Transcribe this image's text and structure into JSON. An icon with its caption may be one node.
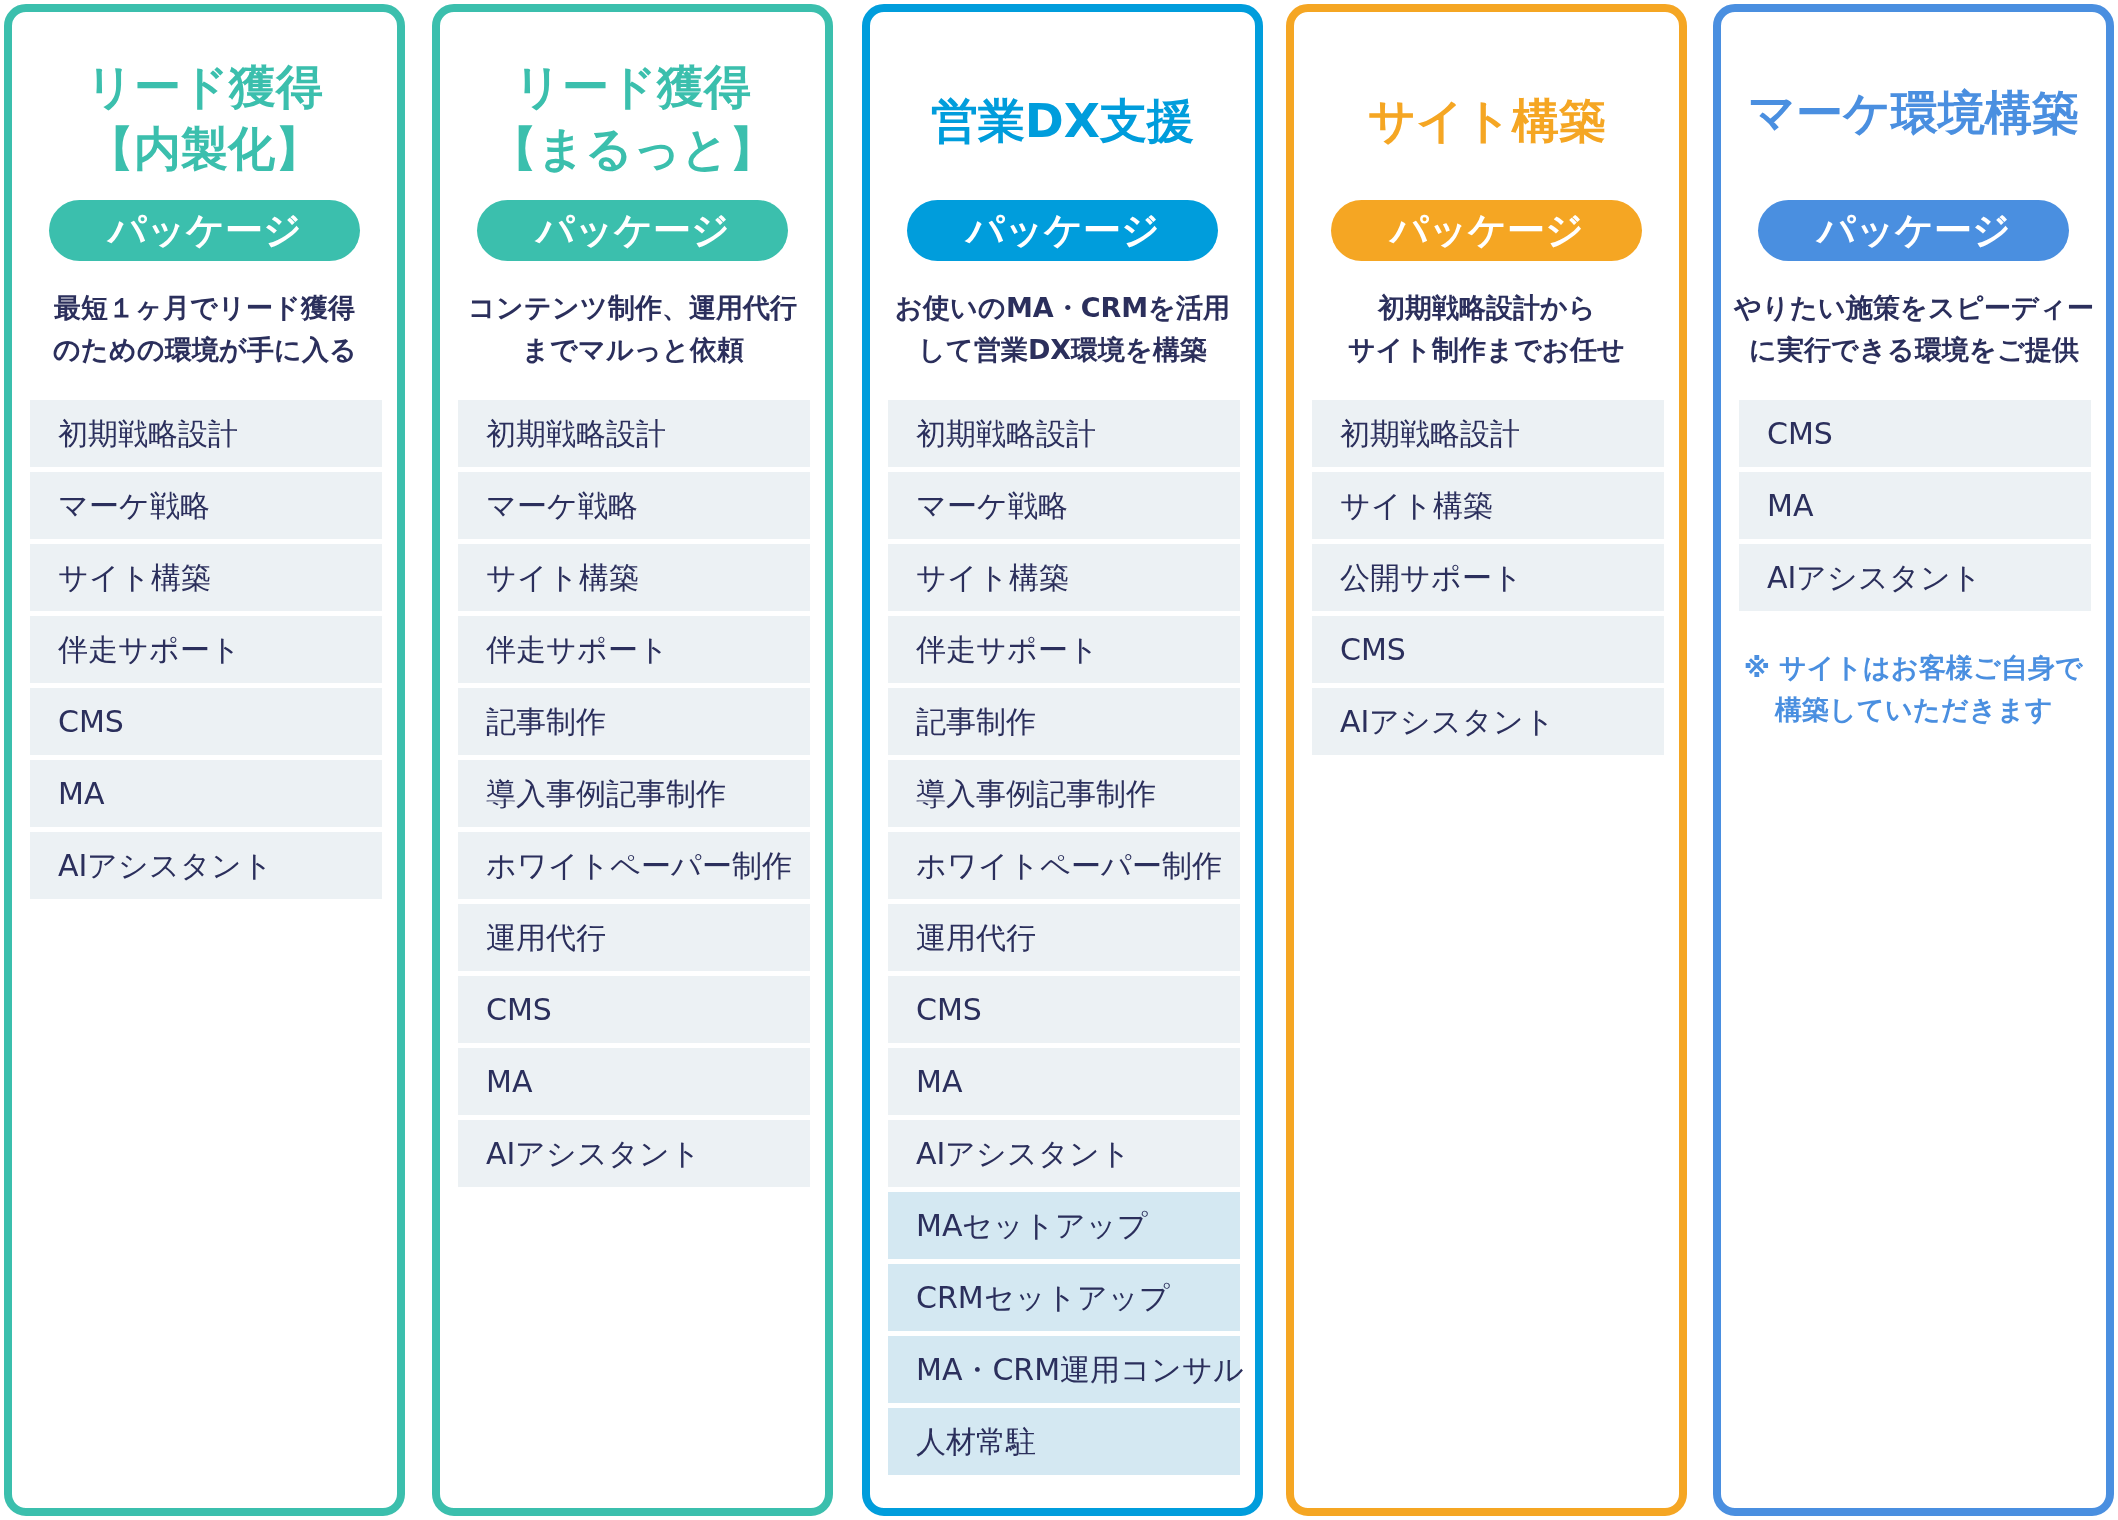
{
  "diagram": {
    "nodes": [
      {
        "text": [
          "リード獲得【内製化】",
          "最短１ヶ月でリード獲得のための環境が手に入る"
        ]
      },
      {
        "text": [
          "パッケージ"
        ],
        "in": 0
      },
      {
        "text": [
          "初期戦略設計"
        ],
        "in": 0
      },
      {
        "text": [
          "マーケ戦略"
        ],
        "in": 0
      },
      {
        "text": [
          "サイト構築"
        ],
        "in": 0
      },
      {
        "text": [
          "伴走サポート"
        ],
        "in": 0
      },
      {
        "text": [
          "CMS"
        ],
        "in": 0
      },
      {
        "text": [
          "MA"
        ],
        "in": 0
      },
      {
        "text": [
          "AIアシスタント"
        ],
        "in": 0
      },
      {
        "text": [
          "リード獲得【まるっと】",
          "コンテンツ制作、運用代行までマルっと依頼"
        ]
      },
      {
        "text": [
          "パッケージ"
        ],
        "in": 9
      },
      {
        "text": [
          "初期戦略設計"
        ],
        "in": 9
      },
      {
        "text": [
          "マーケ戦略"
        ],
        "in": 9
      },
      {
        "text": [
          "サイト構築"
        ],
        "in": 9
      },
      {
        "text": [
          "伴走サポート"
        ],
        "in": 9
      },
      {
        "text": [
          "記事制作"
        ],
        "in": 9
      },
      {
        "text": [
          "導入事例記事制作"
        ],
        "in": 9
      },
      {
        "text": [
          "ホワイトペーパー制作"
        ],
        "in": 9
      },
      {
        "text": [
          "運用代行"
        ],
        "in": 9
      },
      {
        "text": [
          "CMS"
        ],
        "in": 9
      },
      {
        "text": [
          "MA"
        ],
        "in": 9
      },
      {
        "text": [
          "AIアシスタント"
        ],
        "in": 9
      },
      {
        "text": [
          "営業DX支援",
          "お使いのMA・CRMを活用して営業DX環境を構築"
        ]
      },
      {
        "text": [
          "パッケージ"
        ],
        "in": 22
      },
      {
        "text": [
          "初期戦略設計"
        ],
        "in": 22
      },
      {
        "text": [
          "マーケ戦略"
        ],
        "in": 22
      },
      {
        "text": [
          "サイト構築"
        ],
        "in": 22
      },
      {
        "text": [
          "伴走サポート"
        ],
        "in": 22
      },
      {
        "text": [
          "記事制作"
        ],
        "in": 22
      },
      {
        "text": [
          "導入事例記事制作"
        ],
        "in": 22
      },
      {
        "text": [
          "ホワイトペーパー制作"
        ],
        "in": 22
      },
      {
        "text": [
          "運用代行"
        ],
        "in": 22
      },
      {
        "text": [
          "CMS"
        ],
        "in": 22
      },
      {
        "text": [
          "MA"
        ],
        "in": 22
      },
      {
        "text": [
          "AIアシスタント"
        ],
        "in": 22
      },
      {
        "text": [
          "MAセットアップ"
        ],
        "in": 22
      },
      {
        "text": [
          "CRMセットアップ"
        ],
        "in": 22
      },
      {
        "text": [
          "MA・CRM運用コンサル"
        ],
        "in": 22
      },
      {
        "text": [
          "人材常駐"
        ],
        "in": 22
      },
      {
        "text": [
          "サイト構築",
          "初期戦略設計からサイト制作までお任せ"
        ]
      },
      {
        "text": [
          "パッケージ"
        ],
        "in": 39
      },
      {
        "text": [
          "初期戦略設計"
        ],
        "in": 39
      },
      {
        "text": [
          "サイト構築"
        ],
        "in": 39
      },
      {
        "text": [
          "公開サポート"
        ],
        "in": 39
      },
      {
        "text": [
          "CMS"
        ],
        "in": 39
      },
      {
        "text": [
          "AIアシスタント"
        ],
        "in": 39
      },
      {
        "text": [
          "マーケ環境構築",
          "やりたい施策をスピーディーに実行できる環境をご提供",
          "※ サイトはお客様ご自身で構築していただきます"
        ]
      },
      {
        "text": [
          "パッケージ"
        ],
        "in": 46
      },
      {
        "text": [
          "CMS"
        ],
        "in": 46
      },
      {
        "text": [
          "MA"
        ],
        "in": 46
      },
      {
        "text": [
          "AIアシスタント"
        ],
        "in": 46
      }
    ]
  }
}
